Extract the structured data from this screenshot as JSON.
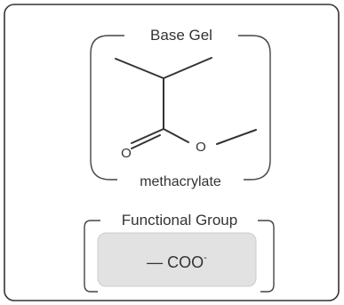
{
  "base_gel": {
    "title": "Base Gel",
    "atoms": {
      "carbonyl_o": "O",
      "ester_o": "O"
    },
    "name": "methacrylate"
  },
  "functional_group": {
    "title": "Functional Group",
    "bond": "—",
    "formula": "COO",
    "charge": "-"
  },
  "colors": {
    "text": "#333333",
    "panel_fill": "#e2e2e2",
    "outer_border": "#333333"
  }
}
